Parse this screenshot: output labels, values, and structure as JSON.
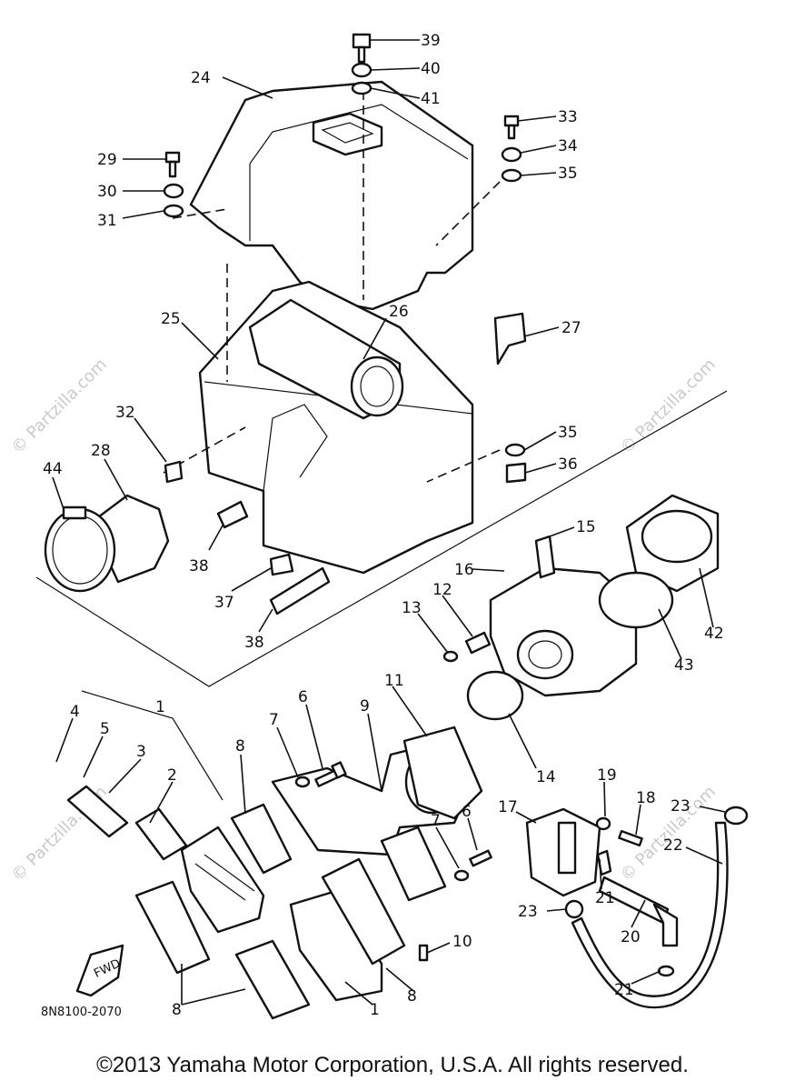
{
  "diagram": {
    "part_code": "8N8100-2070",
    "fwd_label": "FWD",
    "watermark_text": "© Partzilla.com",
    "callouts": [
      "39",
      "40",
      "41",
      "24",
      "33",
      "34",
      "35",
      "29",
      "30",
      "31",
      "25",
      "26",
      "27",
      "32",
      "35",
      "36",
      "28",
      "44",
      "15",
      "16",
      "12",
      "13",
      "42",
      "43",
      "38",
      "37",
      "38",
      "11",
      "6",
      "7",
      "9",
      "4",
      "5",
      "1",
      "3",
      "2",
      "8",
      "14",
      "19",
      "18",
      "17",
      "23",
      "22",
      "7",
      "6",
      "10",
      "23",
      "21",
      "20",
      "21",
      "8",
      "1",
      "8"
    ]
  },
  "footer": {
    "copyright": "©2013  Yamaha Motor Corporation, U.S.A. All rights reserved."
  }
}
